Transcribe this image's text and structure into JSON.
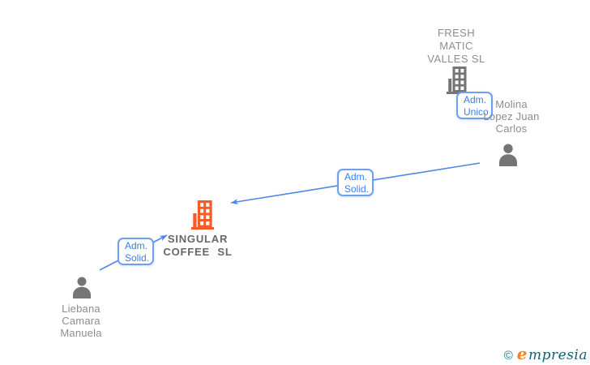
{
  "diagram": {
    "companies": [
      {
        "id": "fresh-matic",
        "name": "FRESH MATIC VALLES SL"
      },
      {
        "id": "singular-coffee",
        "name": "SINGULAR COFFEE SL",
        "focus": true
      }
    ],
    "persons": [
      {
        "id": "molina",
        "name": "Molina Lopez Juan Carlos"
      },
      {
        "id": "liebana",
        "name": "Liebana Camara Manuela"
      }
    ],
    "relations": [
      {
        "label": "Adm. Unico",
        "from": "molina",
        "to": "fresh-matic"
      },
      {
        "label": "Adm. Solid.",
        "from": "molina",
        "to": "singular-coffee"
      },
      {
        "label": "Adm. Solid.",
        "from": "liebana",
        "to": "singular-coffee"
      }
    ]
  },
  "footer": {
    "copyright_symbol": "©",
    "brand_initial": "e",
    "brand_rest": "mpresia"
  },
  "colors": {
    "arrow_blue": "#4e86ec",
    "box_border_blue": "#6ba0f5",
    "box_text_blue": "#3b7ef0",
    "icon_gray": "#757575",
    "label_gray": "#8d8d8d",
    "focus_label_gray": "#676767",
    "focus_company_orange": "#f95b25",
    "brand_teal": "#145f72",
    "brand_orange": "#f28322"
  }
}
